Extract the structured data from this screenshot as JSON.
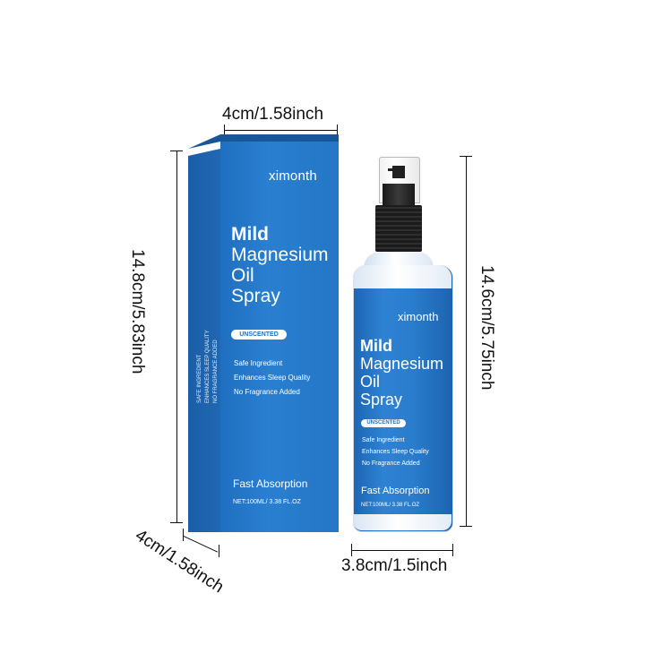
{
  "product": {
    "brand": "ximonth",
    "title_line1": "Mild",
    "title_line2": "Magnesium",
    "title_line3": "Oil",
    "title_line4": "Spray",
    "badge": "UNSCENTED",
    "features": [
      "Safe Ingredient",
      "Enhances Sleep Quality",
      "No Fragrance Added"
    ],
    "tagline": "Fast Absorption",
    "net": "NET:100ML/ 3.38 FL.OZ",
    "box_side_lines": [
      "SAFE INGREDIENT",
      "ENHANCES SLEEP QUALITY",
      "NO FRAGRANCE ADDED"
    ]
  },
  "dimensions": {
    "box_width": "4cm/1.58inch",
    "box_height": "14.8cm/5.83inch",
    "box_depth": "4cm/1.58inch",
    "bottle_height": "14.6cm/5.75inch",
    "bottle_width": "3.8cm/1.5inch"
  },
  "colors": {
    "brand_blue": "#2a7fd0",
    "dark_blue": "#1a5ea6",
    "cap_black": "#1b1b1b"
  }
}
